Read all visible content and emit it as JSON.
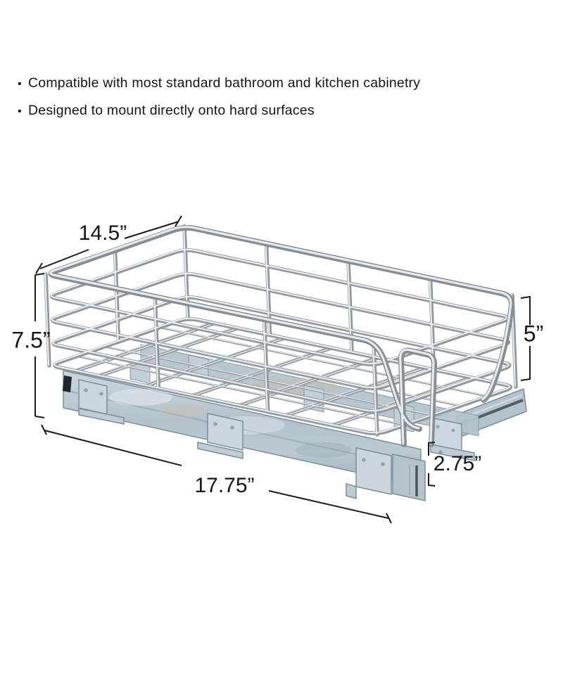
{
  "page": {
    "background": "#ffffff",
    "kind": "product-dimension-diagram"
  },
  "features": {
    "items": [
      {
        "bullet": "•",
        "text": "Compatible with most standard bathroom and kitchen cabinetry"
      },
      {
        "bullet": "•",
        "text": "Designed to mount directly onto hard surfaces"
      }
    ]
  },
  "diagram": {
    "subject": "pull-out sliding chrome wire basket cabinet organizer on mounting slide base",
    "dimensions": {
      "top_width": {
        "label": "14.5”",
        "inches": 14.5
      },
      "left_height": {
        "label": "7.5”",
        "inches": 7.5
      },
      "right_height": {
        "label": "5”",
        "inches": 5
      },
      "bottom_depth": {
        "label": "17.75”",
        "inches": 17.75
      },
      "slide_height": {
        "label": "2.75”",
        "inches": 2.75
      }
    },
    "colors": {
      "annotation": "#1a1a1a",
      "chrome_wire": "#949ba1",
      "chrome_highlight": "#e9ebee",
      "steel_base": "#b3c2cc",
      "background": "#ffffff"
    }
  }
}
